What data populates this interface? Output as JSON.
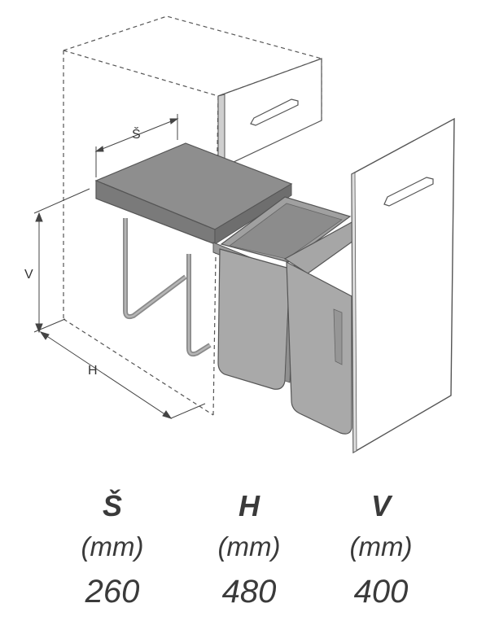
{
  "illustration": {
    "dimension_labels": {
      "width": "Š",
      "depth": "H",
      "height": "V"
    },
    "colors": {
      "cabinet_outline": "#555555",
      "front_panel": "#ffffff",
      "frame": "#8e8e8e",
      "bin": "#a9a9a9",
      "bin_dark": "#8f8f8f"
    }
  },
  "specs": {
    "columns": [
      {
        "letter": "Š",
        "unit": "(mm)",
        "value": "260"
      },
      {
        "letter": "H",
        "unit": "(mm)",
        "value": "480"
      },
      {
        "letter": "V",
        "unit": "(mm)",
        "value": "400"
      }
    ]
  }
}
